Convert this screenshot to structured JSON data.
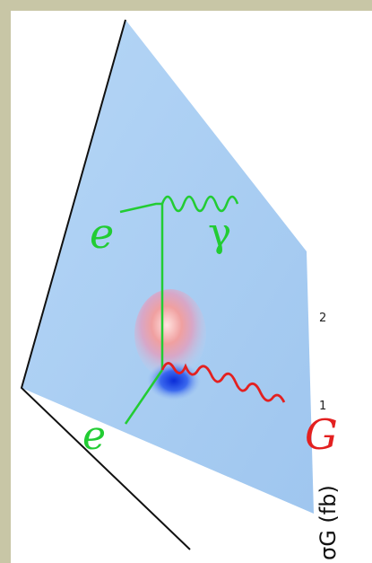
{
  "diagram": {
    "particles": {
      "electron_top": "e",
      "electron_bottom": "e",
      "photon": "γ",
      "graviton": "G"
    },
    "axis_fragment": {
      "ylabel": "σG (fb)",
      "tick_2": "2",
      "tick_1": "1"
    },
    "colors": {
      "frame": "#c8c6a6",
      "plane": "#a9cdf2",
      "electron_lines": "#22cc33",
      "graviton_line": "#e32020"
    }
  }
}
